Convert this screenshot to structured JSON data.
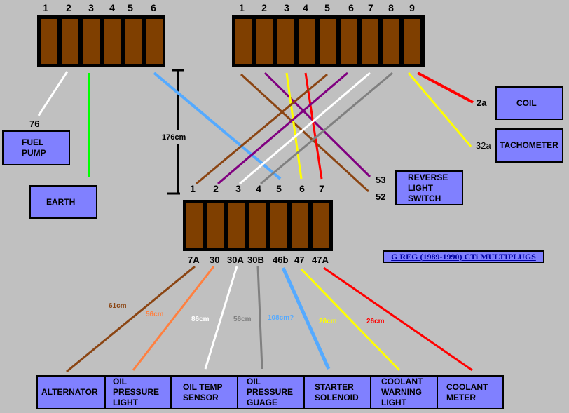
{
  "title": "G REG (1989-1990) CTi MULTIPLUGS",
  "measurement": "176cm",
  "connectors": {
    "plug6": {
      "pins": [
        "1",
        "2",
        "3",
        "4",
        "5",
        "6"
      ]
    },
    "plug9": {
      "pins": [
        "1",
        "2",
        "3",
        "4",
        "5",
        "6",
        "7",
        "8",
        "9"
      ]
    },
    "plug7": {
      "pins": [
        "1",
        "2",
        "3",
        "4",
        "5",
        "6",
        "7"
      ],
      "terminals": [
        "7A",
        "30",
        "30A",
        "30B",
        "46b",
        "47",
        "47A"
      ]
    }
  },
  "components": {
    "fuel_pump": "FUEL\nPUMP",
    "earth": "EARTH",
    "coil": "COIL",
    "tachometer": "TACHOMETER",
    "reverse_light_switch": "REVERSE\nLIGHT\nSWITCH",
    "bottom": [
      "ALTERNATOR",
      "OIL\nPRESSURE\nLIGHT",
      "OIL TEMP\nSENSOR",
      "OIL\nPRESSURE\nGUAGE",
      "STARTER\nSOLENOID",
      "COOLANT\nWARNING\nLIGHT",
      "COOLANT\nMETER"
    ]
  },
  "wire_labels": {
    "w76": "76",
    "w2a": "2a",
    "w32a": "32a",
    "w53": "53",
    "w52": "52"
  },
  "lengths": [
    "61cm",
    "56cm",
    "86cm",
    "56cm",
    "108cm?",
    "26cm",
    "26cm"
  ],
  "colors": {
    "background": "#c0c0c0",
    "socket": "#7f3f00",
    "box": "#8080ff",
    "title_text": "#0000a0",
    "wire_white": "#ffffff",
    "wire_green": "#00ff00",
    "wire_blue": "#55aaff",
    "wire_brown": "#8b4513",
    "wire_purple": "#800080",
    "wire_yellow": "#ffff00",
    "wire_red": "#ff0000",
    "wire_grey": "#808080",
    "wire_orange": "#ff8040",
    "len_61": "#8b4513",
    "len_56a": "#ff8040",
    "len_86": "#ffffff",
    "len_56b": "#808080",
    "len_108": "#55aaff",
    "len_26a": "#ffff00",
    "len_26b": "#ff0000"
  }
}
